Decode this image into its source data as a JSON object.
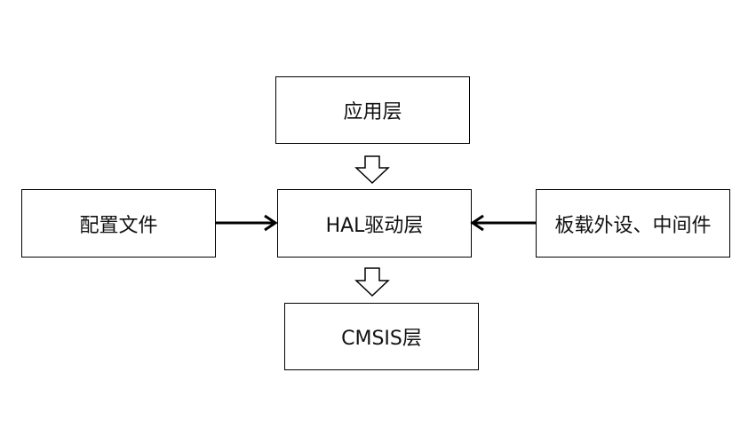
{
  "boxes": {
    "app_layer": "应用层",
    "hal_layer": "HAL驱动层",
    "cmsis_layer": "CMSIS层",
    "config_file": "配置文件",
    "board_peripherals": "板载外设、中间件"
  },
  "colors": {
    "line": "#000000",
    "background": "#ffffff"
  }
}
